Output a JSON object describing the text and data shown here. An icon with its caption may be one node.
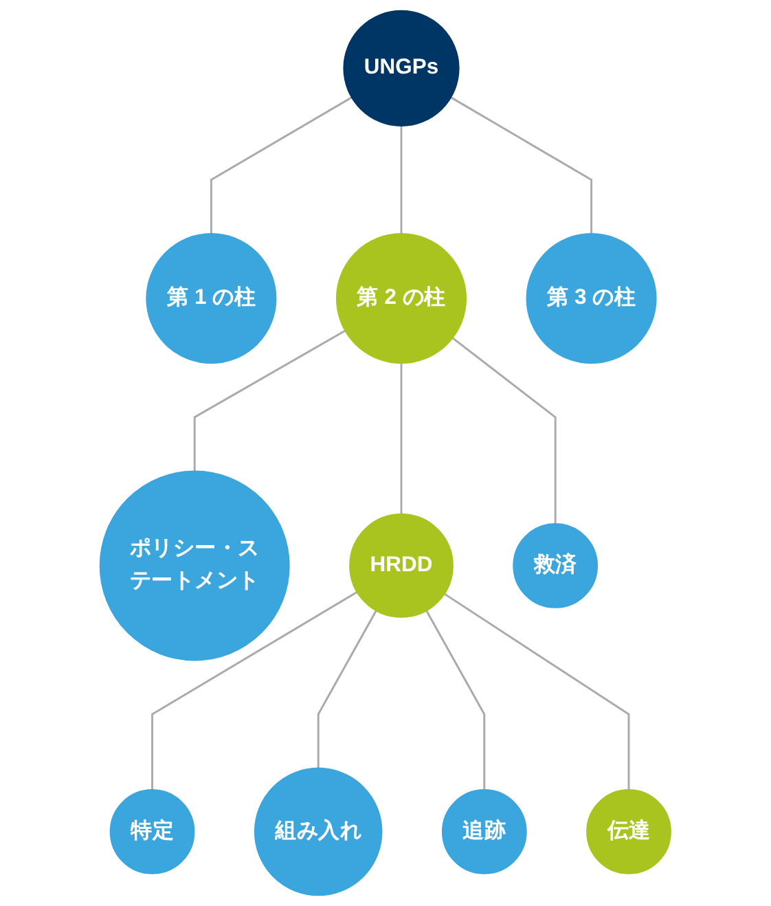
{
  "diagram": {
    "nodes": [
      {
        "text": [
          "UNGPs"
        ]
      },
      {
        "text": [
          "第 1 の柱"
        ]
      },
      {
        "text": [
          "第 2 の柱"
        ]
      },
      {
        "text": [
          "第 3 の柱"
        ]
      },
      {
        "text": [
          "ポリシー・ステートメント"
        ]
      },
      {
        "text": [
          "HRDD"
        ]
      },
      {
        "text": [
          "救済"
        ]
      },
      {
        "text": [
          "特定"
        ]
      },
      {
        "text": [
          "組み入れ"
        ]
      },
      {
        "text": [
          "追跡"
        ]
      },
      {
        "text": [
          "伝達"
        ]
      }
    ],
    "edges": [
      {
        "from": 0,
        "to": 1,
        "arrow": "none"
      },
      {
        "from": 0,
        "to": 2,
        "arrow": "none"
      },
      {
        "from": 0,
        "to": 3,
        "arrow": "none"
      },
      {
        "from": 2,
        "to": 4,
        "arrow": "none"
      },
      {
        "from": 2,
        "to": 5,
        "arrow": "none"
      },
      {
        "from": 2,
        "to": 6,
        "arrow": "none"
      },
      {
        "from": 5,
        "to": 7,
        "arrow": "none"
      },
      {
        "from": 5,
        "to": 8,
        "arrow": "none"
      },
      {
        "from": 5,
        "to": 9,
        "arrow": "none"
      },
      {
        "from": 5,
        "to": 10,
        "arrow": "none"
      }
    ]
  }
}
